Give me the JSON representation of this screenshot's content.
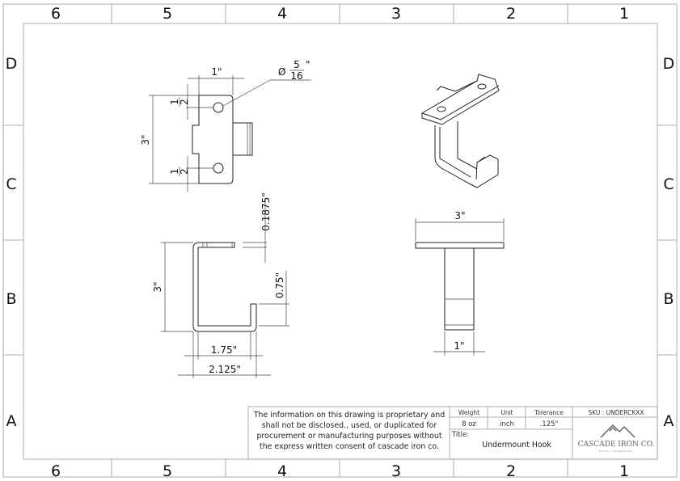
{
  "zones": {
    "columns": [
      "6",
      "5",
      "4",
      "3",
      "2",
      "1"
    ],
    "rows": [
      "D",
      "C",
      "B",
      "A"
    ]
  },
  "front_view": {
    "width_dim": "1\"",
    "height_dim": "3\"",
    "hole_offset_num": "1",
    "hole_offset_den": "2",
    "hole_diameter_symbol": "Ø",
    "hole_diameter_num": "5",
    "hole_diameter_den": "16",
    "inch_mark": "\""
  },
  "side_view": {
    "thickness_dim": "0.1875\"",
    "lip_dim": "0.75\"",
    "height_dim": "3\"",
    "inner_width_dim": "1.75\"",
    "outer_width_dim": "2.125\""
  },
  "end_view": {
    "plate_width_dim": "3\"",
    "stem_width_dim": "1\""
  },
  "title_block": {
    "notice_lines": [
      "The information on this drawing is proprietary and",
      "shall not be disclosed., used, or duplicated for",
      "procurement or manufacturing purposes without",
      "the express written consent of cascade iron co."
    ],
    "headers": [
      "Weight",
      "Unit",
      "Tolerance"
    ],
    "values": [
      "8 oz",
      "inch",
      ".125\""
    ],
    "title_label": "Title:",
    "title": "Undermount Hook",
    "sku": "SKU : UNDERCKXX",
    "logo_text": "CASCADE IRON CO.",
    "logo_subtext": "METAL HARDWARE"
  }
}
